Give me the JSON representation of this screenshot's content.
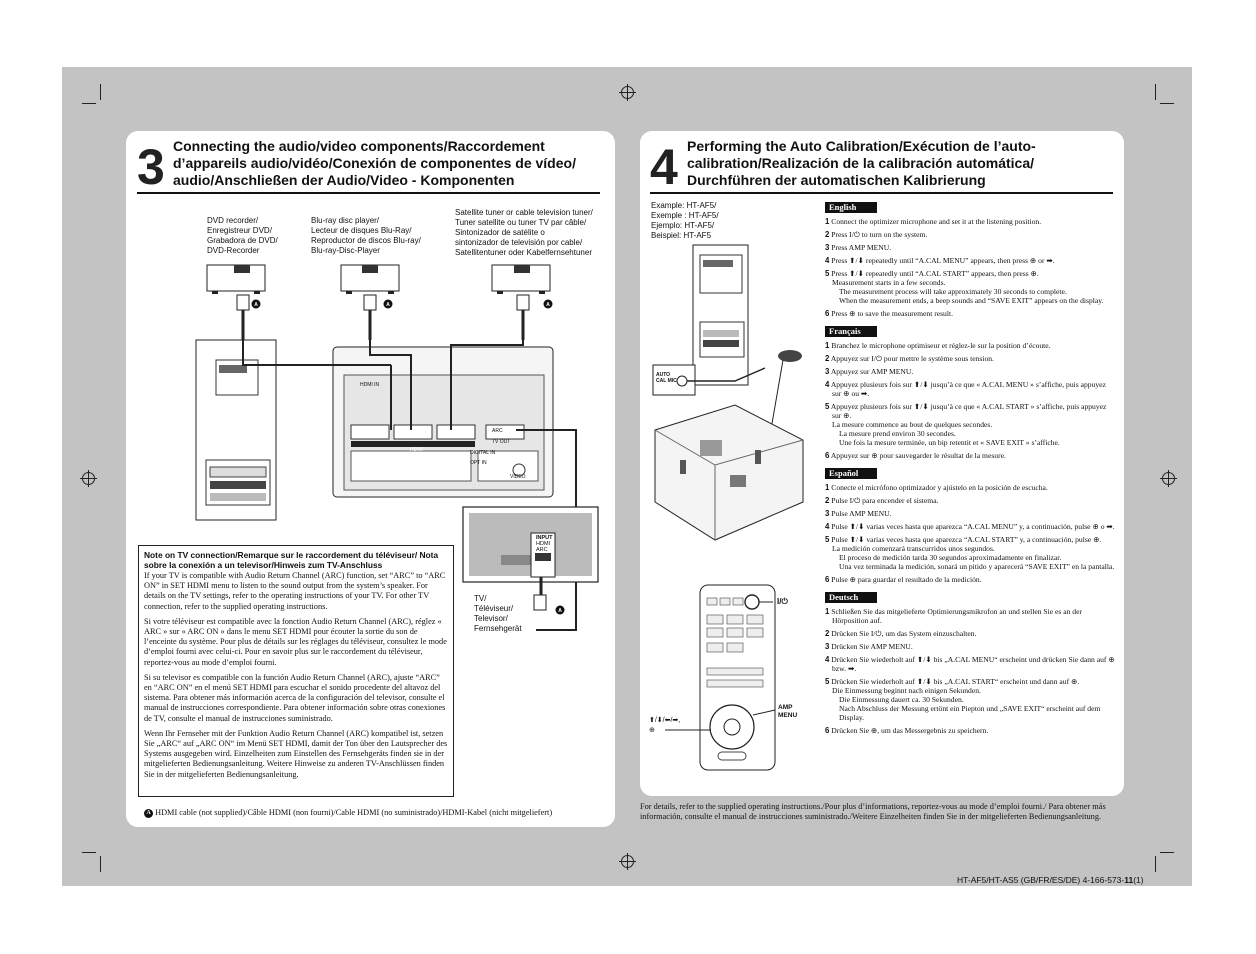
{
  "left": {
    "number": "3",
    "title": "Connecting the audio/video components/Raccordement d’appareils audio/vidéo/Conexión de componentes de vídeo/ audio/Anschließen der Audio/Video - Komponenten",
    "devices": [
      "DVD recorder/\nEnregistreur DVD/\nGrabadora de DVD/\nDVD-Recorder",
      "Blu-ray disc player/\nLecteur de disques Blu-Ray/\nReproductor de discos Blu-ray/\nBlu-ray-Disc-Player",
      "Satellite tuner or cable television tuner/\nTuner satellite ou tuner TV par câble/\nSintonizador de satélite o\nsintonizador de televisión por cable/\nSatellitentuner oder Kabelfernsehtuner"
    ],
    "cable_badge": "A",
    "tv_label": "TV/\nTéléviseur/\nTelevisor/\nFernsehgerät",
    "tv_input": "INPUT",
    "tv_hdmi": "HDMI\nARC",
    "note": {
      "heading": "Note on TV connection/Remarque sur le raccordement du téléviseur/ Nota sobre la conexión a un televisor/Hinweis zum TV-Anschluss",
      "paras": [
        "If your TV is compatible with Audio Return Channel (ARC) function, set “ARC” to “ARC ON” in SET HDMI menu to listen to the sound output from the system’s speaker. For details on the TV settings, refer to the operating instructions of your TV. For other TV connection, refer to the supplied operating instructions.",
        "Si votre téléviseur est compatible avec la fonction Audio Return Channel (ARC), réglez « ARC » sur « ARC ON » dans le menu SET HDMI pour écouter la sortie du son de l’enceinte du système. Pour plus de détails sur les réglages du téléviseur, consultez le mode d’emploi fourni avec celui-ci. Pour en savoir plus sur le raccordement du téléviseur, reportez-vous au mode d’emploi fourni.",
        "Si su televisor es compatible con la función Audio Return Channel (ARC), ajuste “ARC” en “ARC ON” en el menú SET HDMI para escuchar el sonido procedente del altavoz del sistema. Para obtener más información acerca de la configuración del televisor, consulte el manual de instrucciones correspondiente. Para obtener información sobre otras conexiones de TV, consulte el manual de instrucciones suministrado.",
        "Wenn Ihr Fernseher mit der Funktion Audio Return Channel (ARC) kompatibel ist, setzen Sie „ARC“ auf „ARC ON“ im Menü SET HDMI, damit der Ton über den Lautsprecher des Systems ausgegeben wird. Einzelheiten zum Einstellen des Fernsehgeräts finden sie in der mitgelieferten Bedienungsanleitung. Weitere Hinweise zu anderen TV-Anschlüssen finden Sie in der mitgelieferten Bedienungsanleitung."
      ]
    },
    "footnote": "HDMI cable (not supplied)/Câble HDMI (non fourni)/Cable HDMI (no suministrado)/HDMI-Kabel (nicht mitgeliefert)",
    "panel_labels": [
      "HDMI IN",
      "HDMI",
      "TV OUT",
      "ARC",
      "OPT IN",
      "DIGITAL IN",
      "VIDEO"
    ]
  },
  "right": {
    "number": "4",
    "title": "Performing the Auto Calibration/Exécution de l’auto-calibration/Realización de la calibración automática/ Durchführen der automatischen Kalibrierung",
    "example": "Example: HT-AF5/\nExemple : HT-AF5/\nEjemplo: HT-AF5/\nBeispiel: HT-AF5",
    "mic_label": "AUTO\nCAL MIC",
    "power_label": "I/⏻",
    "amp_menu_label": "AMP\nMENU",
    "arrows_label": "⬆/⬇/⬅/➡,\n⊕",
    "languages": [
      {
        "name": "English",
        "steps": [
          {
            "n": "1",
            "t": "Connect the optimizer microphone and set it at the listening position."
          },
          {
            "n": "2",
            "t": "Press I/⏻ to turn on the system."
          },
          {
            "n": "3",
            "t": "Press AMP MENU."
          },
          {
            "n": "4",
            "t": "Press ⬆/⬇ repeatedly until “A.CAL MENU” appears, then press ⊕ or ➡."
          },
          {
            "n": "5",
            "t": "Press ⬆/⬇ repeatedly until “A.CAL START” appears, then press ⊕.",
            "sub": "Measurement starts in a few seconds.\nThe measurement process will take approximately 30 seconds to complete.\nWhen the measurement ends, a beep sounds and “SAVE EXIT” appears on the display."
          },
          {
            "n": "6",
            "t": "Press ⊕ to save the measurement result."
          }
        ]
      },
      {
        "name": "Français",
        "steps": [
          {
            "n": "1",
            "t": "Branchez le microphone optimiseur et réglez-le sur la position d’écoute."
          },
          {
            "n": "2",
            "t": "Appuyez sur I/⏻ pour mettre le système sous tension."
          },
          {
            "n": "3",
            "t": "Appuyez sur AMP MENU."
          },
          {
            "n": "4",
            "t": "Appuyez plusieurs fois sur ⬆/⬇ jusqu’à ce que « A.CAL MENU » s’affiche, puis appuyez sur ⊕ ou ➡."
          },
          {
            "n": "5",
            "t": "Appuyez plusieurs fois sur ⬆/⬇ jusqu’à ce que « A.CAL START » s’affiche, puis appuyez sur ⊕.",
            "sub": "La mesure commence au bout de quelques secondes.\nLa mesure prend environ 30 secondes.\nUne fois la mesure terminée, un bip retentit et « SAVE EXIT » s’affiche."
          },
          {
            "n": "6",
            "t": "Appuyez sur ⊕ pour sauvegarder le résultat de la mesure."
          }
        ]
      },
      {
        "name": "Español",
        "steps": [
          {
            "n": "1",
            "t": "Conecte el micrófono optimizador y ajústelo en la posición de escucha."
          },
          {
            "n": "2",
            "t": "Pulse I/⏻ para encender el sistema."
          },
          {
            "n": "3",
            "t": "Pulse AMP MENU."
          },
          {
            "n": "4",
            "t": "Pulse ⬆/⬇ varias veces hasta que aparezca “A.CAL MENU” y, a continuación, pulse ⊕ o ➡."
          },
          {
            "n": "5",
            "t": "Pulse ⬆/⬇ varias veces hasta que aparezca “A.CAL START” y, a continuación, pulse ⊕.",
            "sub": "La medición comenzará transcurridos unos segundos.\nEl proceso de medición tarda 30 segundos aproximadamente en finalizar.\nUna vez terminada la medición, sonará un pitido y aparecerá “SAVE EXIT” en la pantalla."
          },
          {
            "n": "6",
            "t": "Pulse ⊕ para guardar el resultado de la medición."
          }
        ]
      },
      {
        "name": "Deutsch",
        "steps": [
          {
            "n": "1",
            "t": "Schließen Sie das mitgelieferte Optimierungsmikrofon an und stellen Sie es an der Hörposition auf."
          },
          {
            "n": "2",
            "t": "Drücken Sie I/⏻, um das System einzuschalten."
          },
          {
            "n": "3",
            "t": "Drücken Sie AMP MENU."
          },
          {
            "n": "4",
            "t": "Drücken Sie wiederholt auf ⬆/⬇ bis „A.CAL MENU“ erscheint und drücken Sie dann auf ⊕ bzw. ➡."
          },
          {
            "n": "5",
            "t": "Drücken Sie wiederholt auf ⬆/⬇ bis „A.CAL START“ erscheint und dann auf ⊕.",
            "sub": "Die Einmessung beginnt nach einigen Sekunden.\nDie Einmessung dauert ca. 30 Sekunden.\nNach Abschluss der Messung ertönt ein Piepton und „SAVE EXIT“ erscheint auf dem Display."
          },
          {
            "n": "6",
            "t": "Drücken Sie ⊕, um das Messergebnis zu speichern."
          }
        ]
      }
    ]
  },
  "bottom_note": "For details, refer to the supplied operating instructions./Pour plus d’informations, reportez-vous au mode d’emploi fourni./ Para obtener más información, consulte el manual de instrucciones suministrado./Weitere Einzelheiten finden Sie in der mitgelieferten Bedienungsanleitung.",
  "model": {
    "prefix": "HT-AF5/HT-AS5 (GB/FR/ES/DE) 4-166-573-",
    "bold": "11",
    "suffix": "(1)"
  }
}
